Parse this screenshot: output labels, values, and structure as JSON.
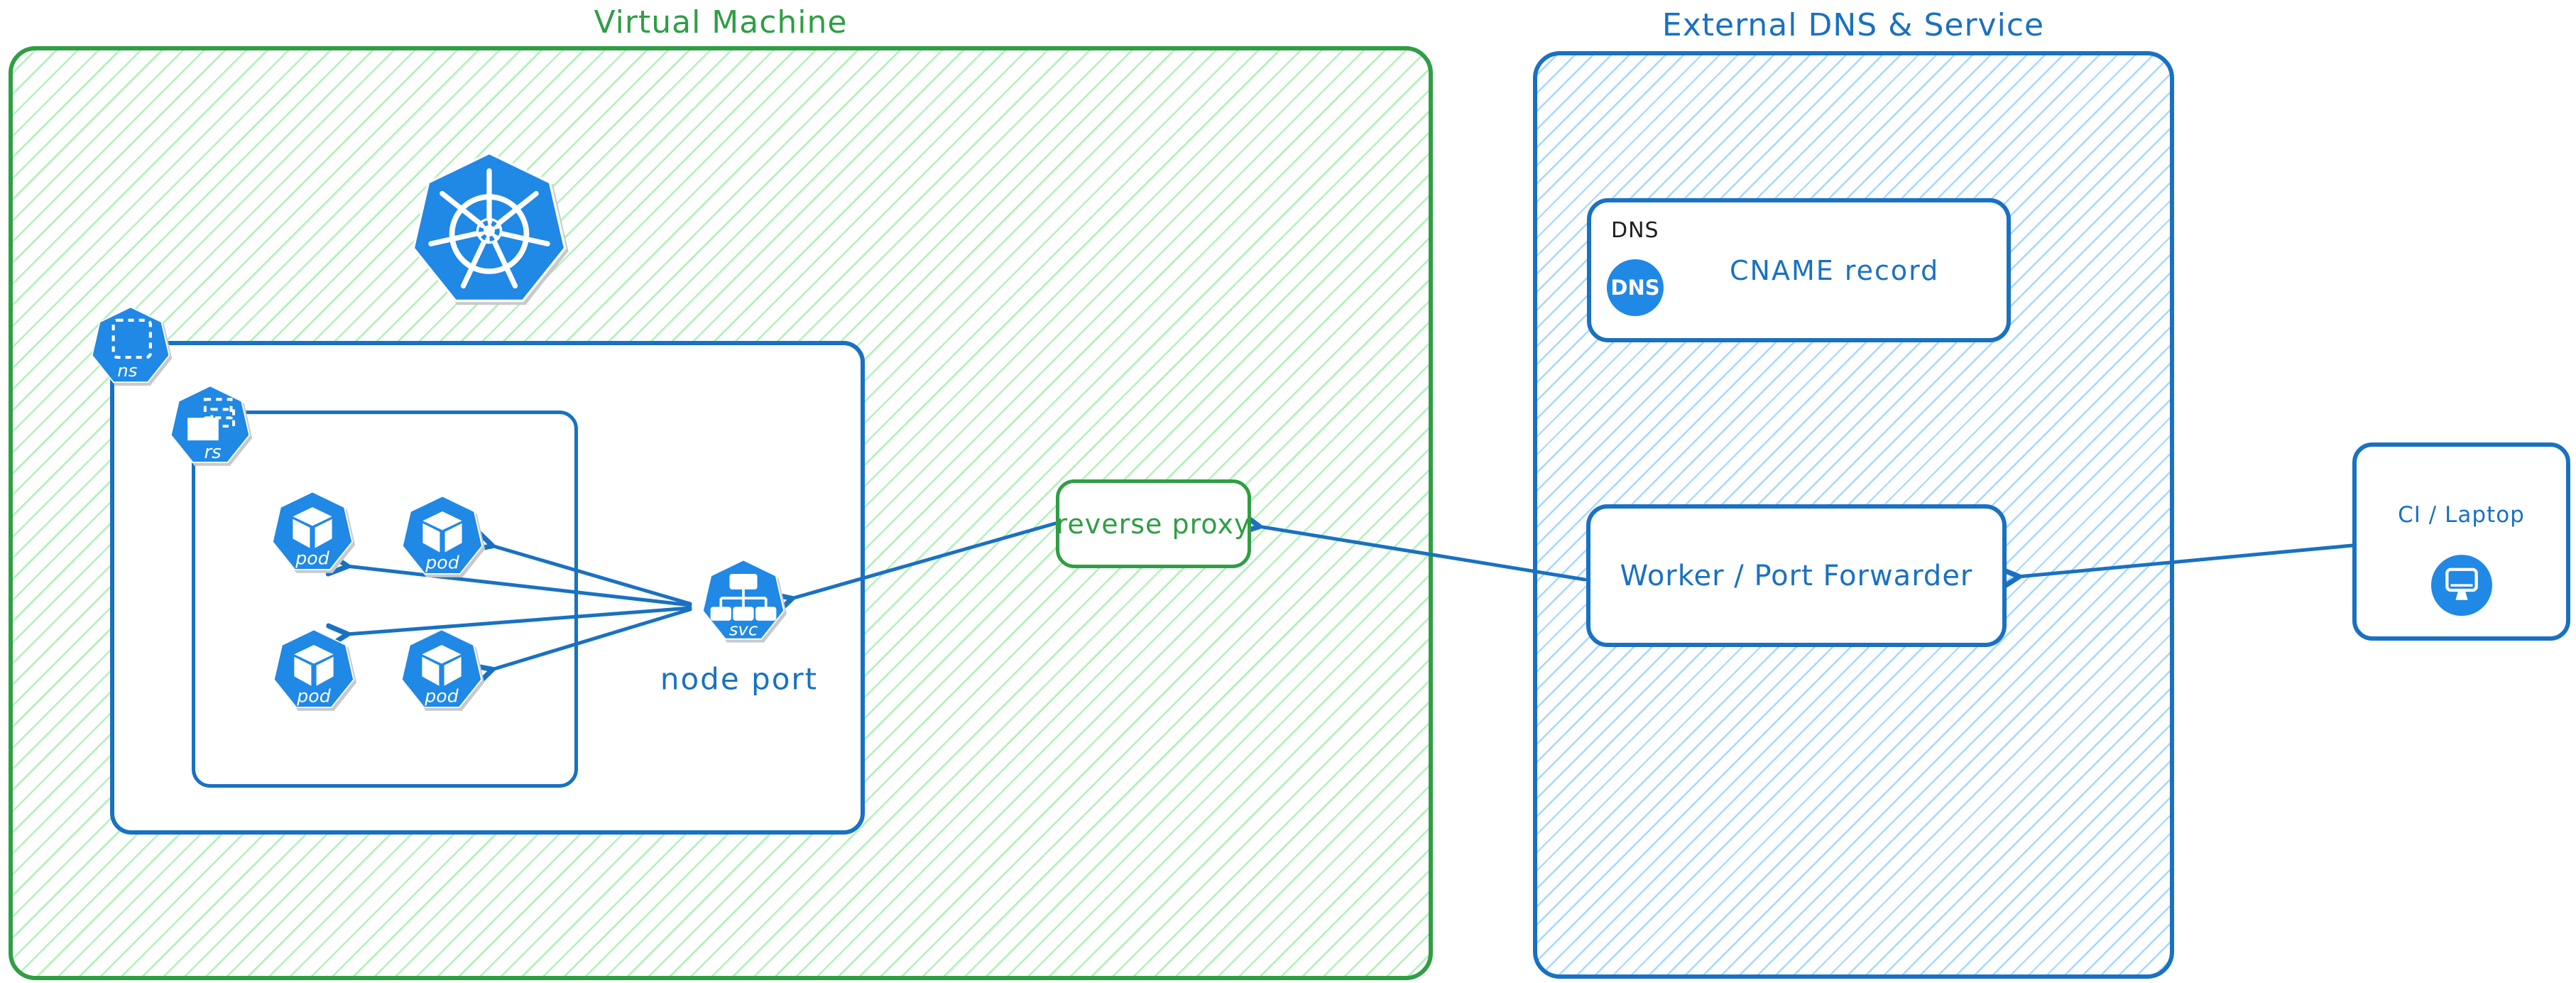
{
  "vm": {
    "title": "Virtual Machine"
  },
  "external": {
    "title": "External DNS & Service"
  },
  "reverse_proxy": {
    "label": "reverse proxy"
  },
  "worker": {
    "label": "Worker / Port Forwarder"
  },
  "dns_record": {
    "tag": "DNS",
    "icon_text": "DNS",
    "label": "CNAME record"
  },
  "ci": {
    "label": "CI / Laptop"
  },
  "k8s": {
    "node_port_label": "node port",
    "svc_label": "svc",
    "ns_label": "ns",
    "rs_label": "rs",
    "pod_labels": [
      "pod",
      "pod",
      "pod",
      "pod"
    ]
  },
  "icons": {
    "kubernetes_logo": "kubernetes-logo-icon",
    "namespace": "namespace-icon",
    "replicaset": "replicaset-icon",
    "pod": "pod-icon",
    "service": "service-icon",
    "dns": "dns-badge-icon",
    "monitor": "monitor-icon"
  },
  "colors": {
    "green_stroke": "#2f9e44",
    "green_hatch": "#b2f2bb",
    "blue_stroke": "#1971c2",
    "blue_hatch": "#a5d8ff",
    "icon_blue": "#2088e5",
    "text_black": "#1e1e1e"
  }
}
